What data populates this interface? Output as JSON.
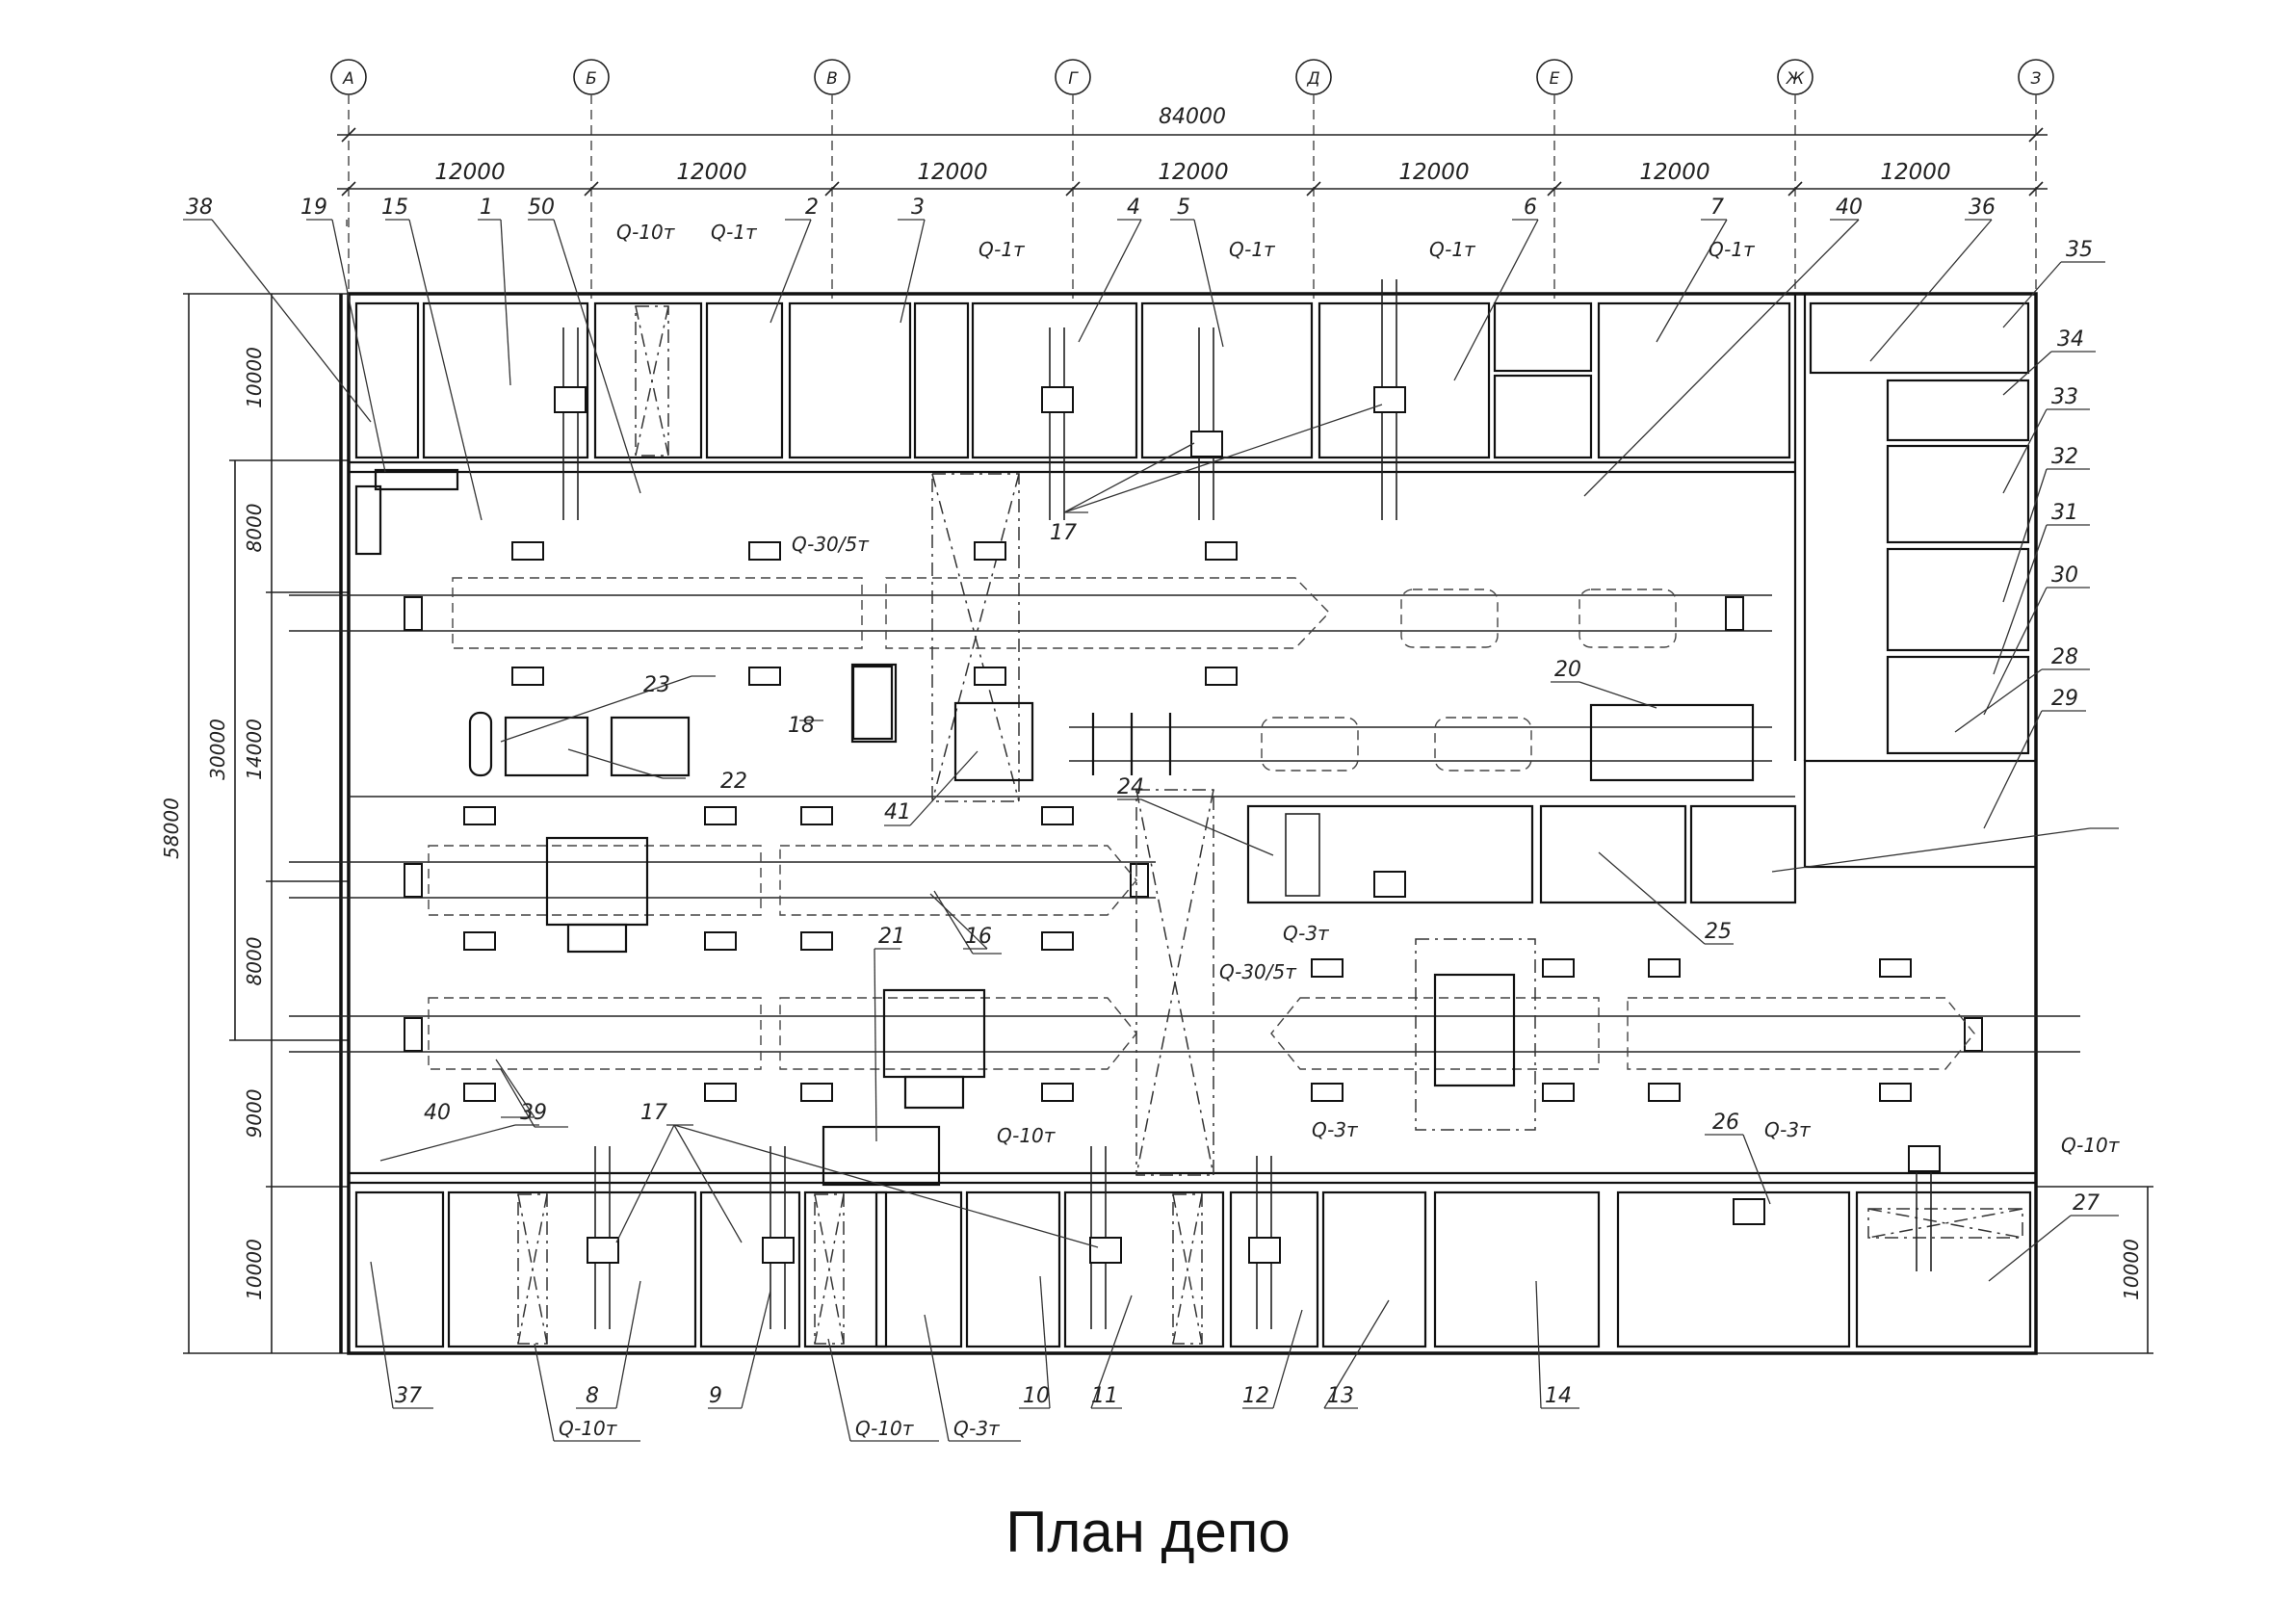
{
  "caption": "План депо",
  "grid": {
    "axes": [
      "А",
      "Б",
      "В",
      "Г",
      "Д",
      "Е",
      "Ж",
      "З"
    ],
    "overall": "84000",
    "bays": [
      "12000",
      "12000",
      "12000",
      "12000",
      "12000",
      "12000",
      "12000"
    ],
    "left_dims": [
      "10000",
      "8000",
      "14000",
      "8000",
      "9000",
      "10000"
    ],
    "left_overall_1": "30000",
    "left_overall_2": "58000",
    "right_dim": "10000"
  },
  "labels": {
    "n1": "1",
    "n2": "2",
    "n3": "3",
    "n4": "4",
    "n5": "5",
    "n6": "6",
    "n7": "7",
    "n8": "8",
    "n9": "9",
    "n10": "10",
    "n11": "11",
    "n12": "12",
    "n13": "13",
    "n14": "14",
    "n15": "15",
    "n16": "16",
    "n17a": "17",
    "n17b": "17",
    "n18": "18",
    "n19": "19",
    "n20": "20",
    "n21": "21",
    "n22": "22",
    "n23": "23",
    "n24": "24",
    "n25": "25",
    "n26": "26",
    "n27": "27",
    "n28": "28",
    "n29": "29",
    "n30": "30",
    "n31": "31",
    "n32": "32",
    "n33": "33",
    "n34": "34",
    "n35": "35",
    "n36": "36",
    "n37": "37",
    "n38": "38",
    "n39": "39",
    "n40a": "40",
    "n40b": "40",
    "n41": "41",
    "n50": "50"
  },
  "cranes": {
    "q10_top": "Q-10т",
    "q1_top1": "Q-1т",
    "q1_top2": "Q-1т",
    "q1_top3": "Q-1т",
    "q1_top4": "Q-1т",
    "q1_top5": "Q-1т",
    "q30_top": "Q-30/5т",
    "q30_mid": "Q-30/5т",
    "q3_mid": "Q-3т",
    "q10_b1": "Q-10т",
    "q3_b1": "Q-3т",
    "q3_b2": "Q-3т",
    "q10_r": "Q-10т",
    "q10_bot1": "Q-10т",
    "q10_bot2": "Q-10т",
    "q3_bot": "Q-3т"
  }
}
